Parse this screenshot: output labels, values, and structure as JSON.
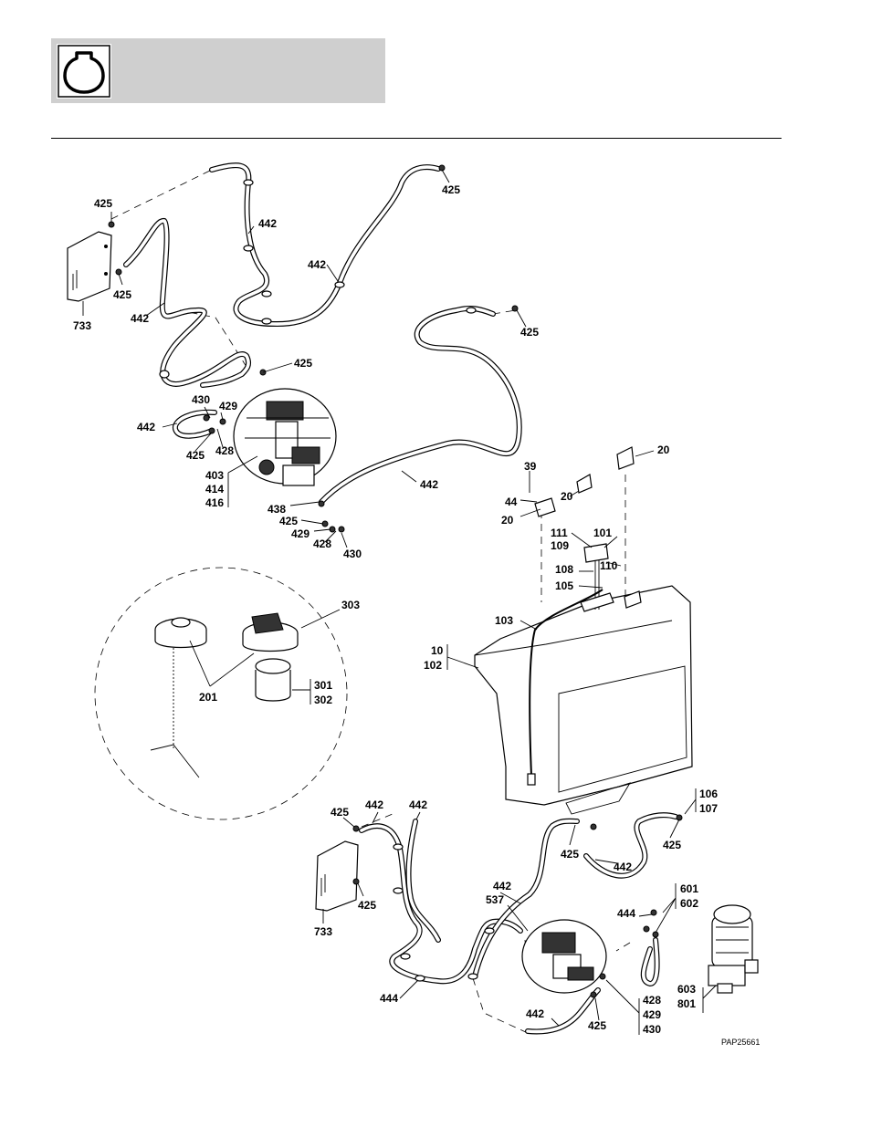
{
  "header": {
    "icon": "engine-fuel-icon"
  },
  "figure_code": "PAP25661",
  "callouts": [
    "425",
    "425",
    "425",
    "425",
    "425",
    "425",
    "425",
    "425",
    "425",
    "425",
    "425",
    "425",
    "442",
    "442",
    "442",
    "442",
    "442",
    "442",
    "442",
    "442",
    "442",
    "442",
    "444",
    "444",
    "733",
    "733",
    "430",
    "429",
    "428",
    "403",
    "414",
    "416",
    "438",
    "429",
    "428",
    "430",
    "39",
    "44",
    "20",
    "20",
    "20",
    "111",
    "101",
    "109",
    "110",
    "108",
    "105",
    "103",
    "10",
    "102",
    "303",
    "201",
    "301",
    "302",
    "106",
    "107",
    "537",
    "601",
    "602",
    "603",
    "801",
    "428",
    "429",
    "430"
  ]
}
